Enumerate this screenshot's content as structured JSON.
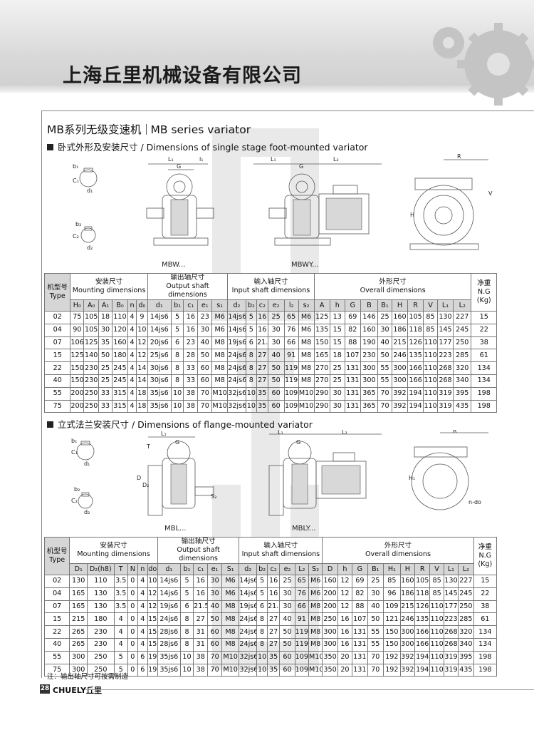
{
  "company": "上海丘里机械设备有限公司",
  "section": {
    "cn": "MB系列无级变速机",
    "en": "MB series variator"
  },
  "sub1": "卧式外形及安装尺寸 / Dimensions of single stage foot-mounted variator",
  "sub2": "立式法兰安装尺寸 / Dimensions of flange-mounted variator",
  "captions": {
    "mbw": "MBW...",
    "mbwy": "MBWY...",
    "mbl": "MBL...",
    "mbly": "MBLY..."
  },
  "table1": {
    "type_header": [
      "机型号",
      "Type"
    ],
    "groups": [
      {
        "cn": "安装尺寸",
        "en": "Mounting dimensions"
      },
      {
        "cn": "输出轴尺寸",
        "en": "Output shaft dimensions"
      },
      {
        "cn": "输入轴尺寸",
        "en": "Input shaft dimensions"
      },
      {
        "cn": "外形尺寸",
        "en": "Overall dimensions"
      },
      {
        "cn": "净重",
        "en": "N.G (Kg)"
      }
    ],
    "cols": [
      "H₀",
      "A₀",
      "A₁",
      "B₀",
      "n",
      "d₀",
      "d₁",
      "b₁",
      "c₁",
      "e₁",
      "s₁",
      "d₂",
      "b₂",
      "c₂",
      "e₂",
      "l₂",
      "s₂",
      "A",
      "h",
      "G",
      "B",
      "B₁",
      "H",
      "R",
      "V",
      "L₁",
      "L₂"
    ],
    "rows": [
      [
        "02",
        "75",
        "105",
        "18",
        "110",
        "4",
        "9",
        "14js6",
        "5",
        "16",
        "23",
        "M6",
        "14js6",
        "5",
        "16",
        "25",
        "65",
        "M6",
        "125",
        "13",
        "69",
        "146",
        "25",
        "160",
        "105",
        "85",
        "130",
        "227",
        "15"
      ],
      [
        "04",
        "90",
        "105",
        "30",
        "120",
        "4",
        "10",
        "14js6",
        "5",
        "16",
        "30",
        "M6",
        "14js6",
        "5",
        "16",
        "30",
        "76",
        "M6",
        "135",
        "15",
        "82",
        "160",
        "30",
        "186",
        "118",
        "85",
        "145",
        "245",
        "22"
      ],
      [
        "07",
        "106",
        "125",
        "35",
        "160",
        "4",
        "12",
        "20js6",
        "6",
        "23",
        "40",
        "M8",
        "19js6",
        "6",
        "21.5",
        "30",
        "66",
        "M8",
        "150",
        "15",
        "88",
        "190",
        "40",
        "215",
        "126",
        "110",
        "177",
        "250",
        "38"
      ],
      [
        "15",
        "125",
        "140",
        "50",
        "180",
        "4",
        "12",
        "25js6",
        "8",
        "28",
        "50",
        "M8",
        "24js6",
        "8",
        "27",
        "40",
        "91",
        "M8",
        "165",
        "18",
        "107",
        "230",
        "50",
        "246",
        "135",
        "110",
        "223",
        "285",
        "61"
      ],
      [
        "22",
        "150",
        "230",
        "25",
        "245",
        "4",
        "14",
        "30js6",
        "8",
        "33",
        "60",
        "M8",
        "24js6",
        "8",
        "27",
        "50",
        "119",
        "M8",
        "270",
        "25",
        "131",
        "300",
        "55",
        "300",
        "166",
        "110",
        "268",
        "320",
        "134"
      ],
      [
        "40",
        "150",
        "230",
        "25",
        "245",
        "4",
        "14",
        "30js6",
        "8",
        "33",
        "60",
        "M8",
        "24js6",
        "8",
        "27",
        "50",
        "119",
        "M8",
        "270",
        "25",
        "131",
        "300",
        "55",
        "300",
        "166",
        "110",
        "268",
        "340",
        "134"
      ],
      [
        "55",
        "200",
        "250",
        "33",
        "315",
        "4",
        "18",
        "35js6",
        "10",
        "38",
        "70",
        "M10",
        "32js6",
        "10",
        "35",
        "60",
        "109",
        "M10",
        "290",
        "30",
        "131",
        "365",
        "70",
        "392",
        "194",
        "110",
        "319",
        "395",
        "198"
      ],
      [
        "75",
        "200",
        "250",
        "33",
        "315",
        "4",
        "18",
        "35js6",
        "10",
        "38",
        "70",
        "M10",
        "32js6",
        "10",
        "35",
        "60",
        "109",
        "M10",
        "290",
        "30",
        "131",
        "365",
        "70",
        "392",
        "194",
        "110",
        "319",
        "435",
        "198"
      ]
    ]
  },
  "table2": {
    "type_header": [
      "机型号",
      "Type"
    ],
    "groups": [
      {
        "cn": "安装尺寸",
        "en": "Mounting dimensions"
      },
      {
        "cn": "输出轴尺寸",
        "en": "Output shaft dimensions"
      },
      {
        "cn": "输入轴尺寸",
        "en": "Input shaft dimensions"
      },
      {
        "cn": "外形尺寸",
        "en": "Overall dimensions"
      },
      {
        "cn": "净重",
        "en": "N.G (Kg)"
      }
    ],
    "cols": [
      "D₁",
      "D₂(h8)",
      "T",
      "N",
      "n",
      "do",
      "d₁",
      "b₁",
      "c₁",
      "e₁",
      "S₁",
      "d₂",
      "b₂",
      "c₂",
      "e₂",
      "L₂",
      "S₂",
      "D",
      "h",
      "G",
      "B₁",
      "H₁",
      "H",
      "R",
      "V",
      "L₁",
      "L₂"
    ],
    "rows": [
      [
        "02",
        "130",
        "110",
        "3.5",
        "0",
        "4",
        "10",
        "14js6",
        "5",
        "16",
        "30",
        "M6",
        "14js6",
        "5",
        "16",
        "25",
        "65",
        "M6",
        "160",
        "12",
        "69",
        "25",
        "85",
        "160",
        "105",
        "85",
        "130",
        "227",
        "15"
      ],
      [
        "04",
        "165",
        "130",
        "3.5",
        "0",
        "4",
        "12",
        "14js6",
        "5",
        "16",
        "30",
        "M6",
        "14js6",
        "5",
        "16",
        "30",
        "76",
        "M6",
        "200",
        "12",
        "82",
        "30",
        "96",
        "186",
        "118",
        "85",
        "145",
        "245",
        "22"
      ],
      [
        "07",
        "165",
        "130",
        "3.5",
        "0",
        "4",
        "12",
        "19js6",
        "6",
        "21.5",
        "40",
        "M8",
        "19js6",
        "6",
        "21.5",
        "30",
        "66",
        "M8",
        "200",
        "12",
        "88",
        "40",
        "109",
        "215",
        "126",
        "110",
        "177",
        "250",
        "38"
      ],
      [
        "15",
        "215",
        "180",
        "4",
        "0",
        "4",
        "15",
        "24js6",
        "8",
        "27",
        "50",
        "M8",
        "24js6",
        "8",
        "27",
        "40",
        "91",
        "M8",
        "250",
        "16",
        "107",
        "50",
        "121",
        "246",
        "135",
        "110",
        "223",
        "285",
        "61"
      ],
      [
        "22",
        "265",
        "230",
        "4",
        "0",
        "4",
        "15",
        "28js6",
        "8",
        "31",
        "60",
        "M8",
        "24js6",
        "8",
        "27",
        "50",
        "119",
        "M8",
        "300",
        "16",
        "131",
        "55",
        "150",
        "300",
        "166",
        "110",
        "268",
        "320",
        "134"
      ],
      [
        "40",
        "265",
        "230",
        "4",
        "0",
        "4",
        "15",
        "28js6",
        "8",
        "31",
        "60",
        "M8",
        "24js6",
        "8",
        "27",
        "50",
        "119",
        "M8",
        "300",
        "16",
        "131",
        "55",
        "150",
        "300",
        "166",
        "110",
        "268",
        "340",
        "134"
      ],
      [
        "55",
        "300",
        "250",
        "5",
        "0",
        "6",
        "19",
        "35js6",
        "10",
        "38",
        "70",
        "M10",
        "32js6",
        "10",
        "35",
        "60",
        "109",
        "M10",
        "350",
        "20",
        "131",
        "70",
        "192",
        "392",
        "194",
        "110",
        "319",
        "395",
        "198"
      ],
      [
        "75",
        "300",
        "250",
        "5",
        "0",
        "6",
        "19",
        "35js6",
        "10",
        "38",
        "70",
        "M10",
        "32js6",
        "10",
        "35",
        "60",
        "109",
        "M10",
        "350",
        "20",
        "131",
        "70",
        "192",
        "392",
        "194",
        "110",
        "319",
        "435",
        "198"
      ]
    ]
  },
  "note": "注：输出轴尺寸可按需制造",
  "footer": {
    "page": "28",
    "brand": "CHUELY丘里"
  }
}
